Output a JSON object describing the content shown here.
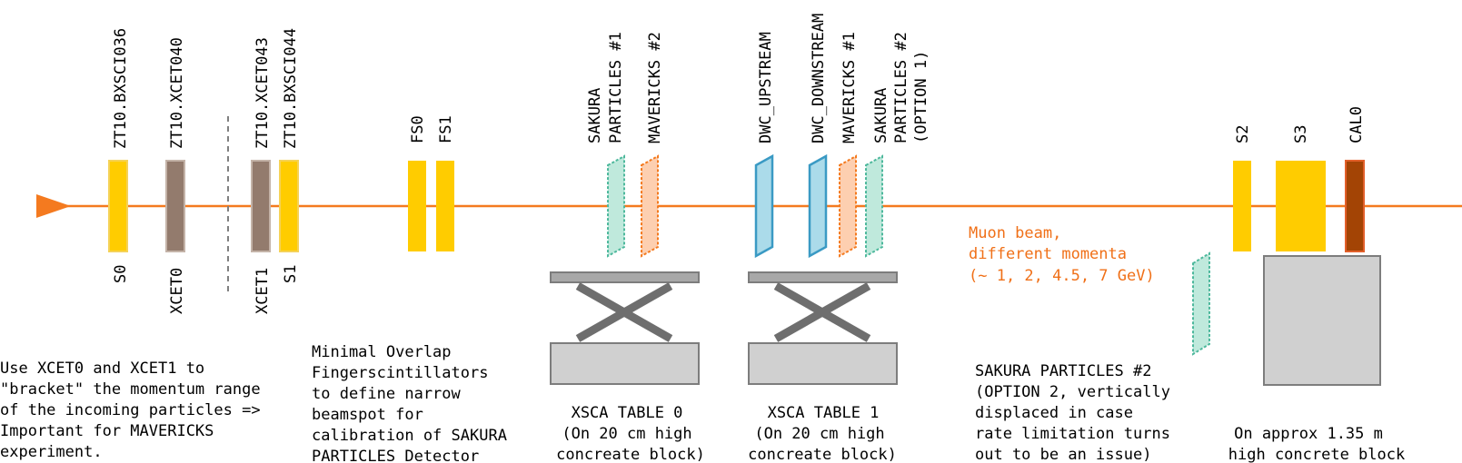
{
  "colors": {
    "beam": "#f47a1f",
    "scint": "#ffcc00",
    "cherenkov": "#937b6d",
    "dwc": "#abdbea",
    "dwc_stroke": "#3a9ac4",
    "mavericks": "#fdcfb0",
    "sakura": "#bfe9dc",
    "table": "#d0d0d0",
    "cal": "#a34405",
    "muon_text": "#f07018"
  },
  "top_labels": {
    "bxsci036": "ZT10.BXSCI036",
    "xcet040": "ZT10.XCET040",
    "xcet043": "ZT10.XCET043",
    "bxsci044": "ZT10.BXSCI044",
    "fs0": "FS0",
    "fs1": "FS1",
    "sakura1_a": "SAKURA",
    "sakura1_b": "PARTICLES #1",
    "mavericks2": "MAVERICKS #2",
    "dwc_up": "DWC_UPSTREAM",
    "dwc_down": "DWC_DOWNSTREAM",
    "mavericks1": "MAVERICKS #1",
    "sakura2_a": "SAKURA",
    "sakura2_b": "PARTICLES #2",
    "sakura2_c": "(OPTION 1)",
    "s2": "S2",
    "s3": "S3",
    "cal0": "CAL0"
  },
  "bottom_labels": {
    "s0": "S0",
    "xcet0": "XCET0",
    "xcet1": "XCET1",
    "s1": "S1"
  },
  "muon_note": {
    "line1": "Muon beam,",
    "line2": "different momenta",
    "line3": "(~ 1, 2, 4.5, 7 GeV)"
  },
  "notes": {
    "xcet": [
      "Use XCET0 and XCET1 to",
      "\"bracket\" the momentum range",
      "of the incoming particles =>",
      "Important for MAVERICKS",
      "experiment."
    ],
    "fingers": [
      "Minimal Overlap",
      "Fingerscintillators",
      "to define narrow",
      "beamspot for",
      "calibration of SAKURA",
      "PARTICLES Detector"
    ],
    "table0": [
      "XSCA TABLE 0",
      "(On 20 cm high",
      "concreate block)"
    ],
    "table1": [
      "XSCA TABLE 1",
      "(On 20 cm high",
      "concreate block)"
    ],
    "sakura_opt2": [
      "SAKURA PARTICLES #2",
      "(OPTION 2, vertically",
      "displaced in case",
      "rate limitation turns",
      "out to be an issue)"
    ],
    "concrete": [
      "On approx 1.35 m",
      "high concrete block"
    ]
  }
}
